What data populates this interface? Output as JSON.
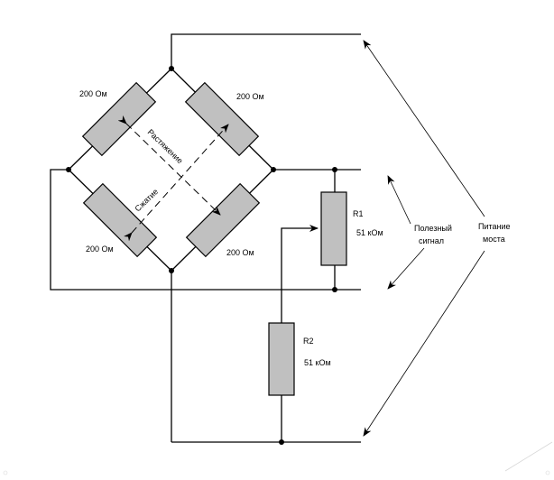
{
  "bridge": {
    "r_top_left": "200 Ом",
    "r_top_right": "200 Ом",
    "r_bottom_left": "200 Ом",
    "r_bottom_right": "200 Ом",
    "stretch_label": "Растяжение",
    "compress_label": "Сжатие"
  },
  "r1": {
    "name": "R1",
    "value": "51  кОм"
  },
  "r2": {
    "name": "R2",
    "value": "51  кОм"
  },
  "useful_signal": {
    "line1": "Полезный",
    "line2": "сигнал"
  },
  "bridge_power": {
    "line1": "Питание",
    "line2": "моста"
  }
}
